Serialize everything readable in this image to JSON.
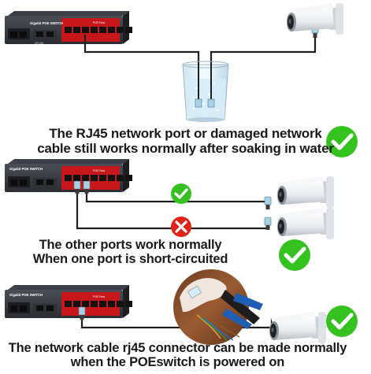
{
  "switch_text": {
    "brand_label": "Gigabit POE SWITCH",
    "poe_ports_label": "POE Ports",
    "uplink_label": "UPLINK"
  },
  "captions": {
    "water": [
      "The RJ45 network port or damaged network",
      "cable still works normally after soaking in water"
    ],
    "short_circuit": [
      "The other ports work normally",
      "When one port is short-circuited"
    ],
    "powered": [
      "The network cable rj45 connector can be made normally",
      "when the POEswitch is powered on"
    ]
  },
  "colors": {
    "switch_body": "#2b2e33",
    "port_panel": "#c8171b",
    "check_green": "#34c21f",
    "cross_red": "#e2231a",
    "cable": "#1f1f1f"
  },
  "icons": {
    "ok": "check-circle-icon",
    "fail": "x-circle-icon"
  }
}
